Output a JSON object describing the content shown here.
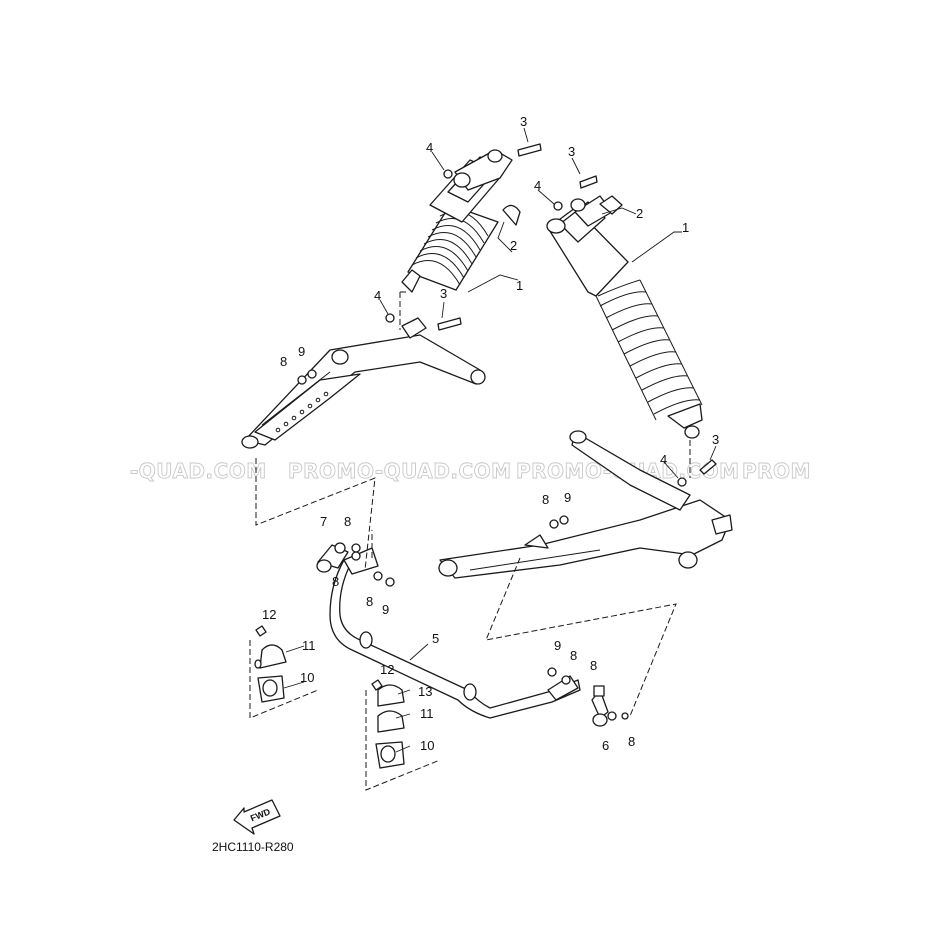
{
  "diagram": {
    "code": "2HC1110-R280",
    "fwd_label": "FWD",
    "watermark": [
      "-QUAD.COM",
      "PROMO-QUAD.COM",
      "PROMO-QUAD.COM",
      "PROM"
    ],
    "callouts": {
      "c1a": "1",
      "c1b": "1",
      "c2a": "2",
      "c2b": "2",
      "c3a": "3",
      "c3b": "3",
      "c3c": "3",
      "c3d": "3",
      "c4a": "4",
      "c4b": "4",
      "c4c": "4",
      "c4d": "4",
      "c5": "5",
      "c6": "6",
      "c7": "7",
      "c8a": "8",
      "c8b": "8",
      "c8c": "8",
      "c8d": "8",
      "c8e": "8",
      "c8f": "8",
      "c8g": "8",
      "c8h": "8",
      "c9a": "9",
      "c9b": "9",
      "c9c": "9",
      "c9d": "9",
      "c10a": "10",
      "c10b": "10",
      "c11a": "11",
      "c11b": "11",
      "c12a": "12",
      "c12b": "12",
      "c13": "13"
    }
  }
}
